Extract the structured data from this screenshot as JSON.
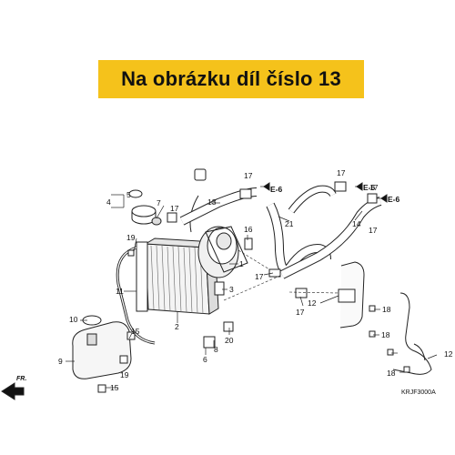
{
  "banner": {
    "text": "Na obrázku díl číslo 13"
  },
  "diagram": {
    "code": "KRJF3000A",
    "direction_label": "FR.",
    "callouts": {
      "c1": "1",
      "c2": "2",
      "c3": "3",
      "c4": "4",
      "c5": "5",
      "c6": "6",
      "c7": "7",
      "c8": "8",
      "c9": "9",
      "c10": "10",
      "c11": "11",
      "c12a": "12",
      "c12b": "12",
      "c13": "13",
      "c14": "14",
      "c15a": "15",
      "c15b": "15",
      "c16": "16",
      "c17a": "17",
      "c17b": "17",
      "c17c": "17",
      "c17d": "17",
      "c17e": "17",
      "c17f": "17",
      "c18a": "18",
      "c18b": "18",
      "c18c": "18",
      "c19a": "19",
      "c19b": "19",
      "c20": "20",
      "c21": "21",
      "e6a": "E-6",
      "e6b": "E-6",
      "e6c": "E-6"
    }
  }
}
